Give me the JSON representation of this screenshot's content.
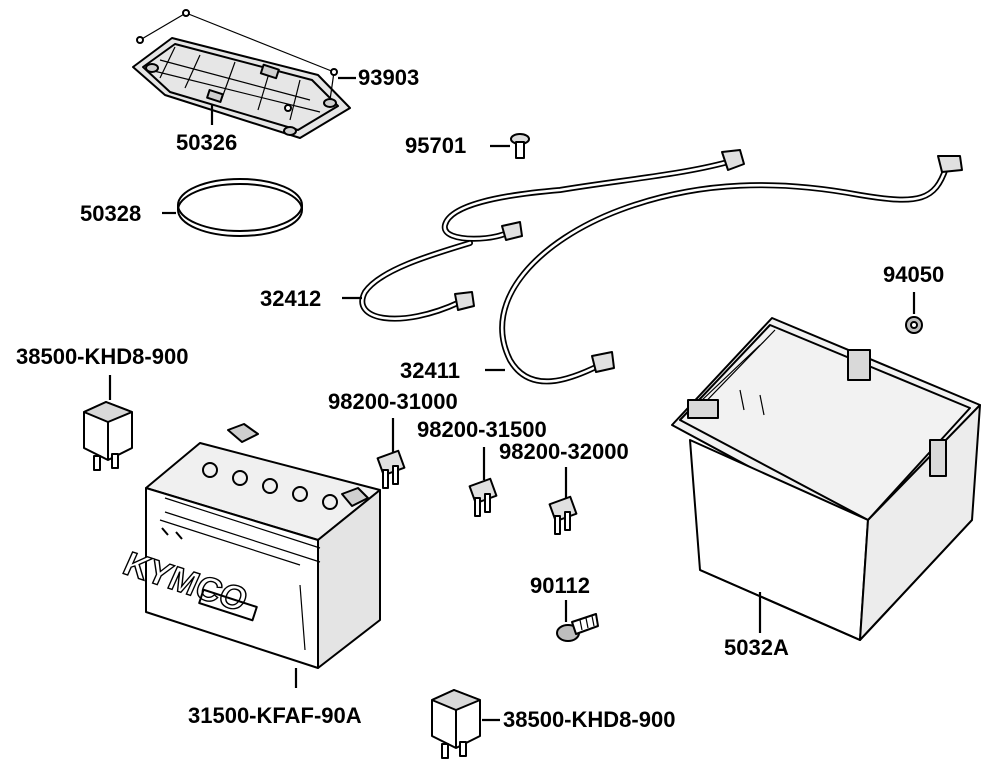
{
  "parts": [
    {
      "id": "p93903",
      "label": "93903",
      "part": "screw"
    },
    {
      "id": "p50326",
      "label": "50326",
      "part": "battery-cover"
    },
    {
      "id": "p95701",
      "label": "95701",
      "part": "bolt"
    },
    {
      "id": "p50328",
      "label": "50328",
      "part": "battery-band"
    },
    {
      "id": "p32412",
      "label": "32412",
      "part": "battery-cable-negative"
    },
    {
      "id": "p94050",
      "label": "94050",
      "part": "nut"
    },
    {
      "id": "p38500a",
      "label": "38500-KHD8-900",
      "part": "relay-upper"
    },
    {
      "id": "p32411",
      "label": "32411",
      "part": "battery-cable-positive"
    },
    {
      "id": "p98200_31000",
      "label": "98200-31000",
      "part": "fuse-10a"
    },
    {
      "id": "p98200_31500",
      "label": "98200-31500",
      "part": "fuse-15a"
    },
    {
      "id": "p98200_32000",
      "label": "98200-32000",
      "part": "fuse-20a"
    },
    {
      "id": "p90112",
      "label": "90112",
      "part": "flange-bolt"
    },
    {
      "id": "p5032A",
      "label": "5032A",
      "part": "battery-box"
    },
    {
      "id": "p31500",
      "label": "31500-KFAF-90A",
      "part": "battery"
    },
    {
      "id": "p38500b",
      "label": "38500-KHD8-900",
      "part": "relay-lower"
    }
  ],
  "battery_brand": "KYMCO"
}
